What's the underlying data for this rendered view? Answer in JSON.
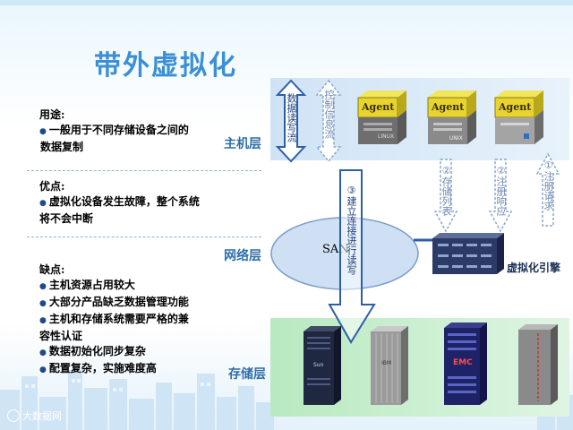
{
  "title": "带外虚拟化",
  "layers": {
    "host": "主机层",
    "network": "网络层",
    "storage": "存储层"
  },
  "usage": {
    "heading": "用途:",
    "items": [
      "一般用于不同存储设备之间的",
      "数据复制"
    ]
  },
  "advantages": {
    "heading": "优点:",
    "items": [
      "虚拟化设备发生故障，整个系统",
      "将不会中断"
    ]
  },
  "disadvantages": {
    "heading": "缺点:",
    "items": [
      "主机资源占用较大",
      "大部分产品缺乏数据管理功能",
      "主机和存储系统需要严格的兼",
      "容性认证",
      "数据初始化同步复杂",
      "配置复杂，实施难度高"
    ]
  },
  "arrows": {
    "data_rw": "数据读写流",
    "control_flow": "控制信息流",
    "connect_rw": "③建立连接进行读写",
    "storage_list": "②存储列表",
    "register_resp": "②注册响应",
    "register_req": "①注册请求"
  },
  "hosts": [
    {
      "agent": "Agent",
      "os": "LINUX"
    },
    {
      "agent": "Agent",
      "os": "UNIX"
    },
    {
      "agent": "Agent",
      "os": ""
    }
  ],
  "san_label": "SAN",
  "engine_label": "虚拟化引擎",
  "storage_devices": [
    {
      "brand": "Sun"
    },
    {
      "brand": "IBM"
    },
    {
      "brand": "EMC"
    },
    {
      "brand": ""
    }
  ],
  "watermark": "大数据网",
  "colors": {
    "title": "#3b8fd6",
    "host_band": "#cfe3f6",
    "storage_band": "#b8e9c0",
    "arrow_blue": "#2c5faa",
    "cloud": "#cfe0f5",
    "agent_yellow": "#e7d430"
  }
}
